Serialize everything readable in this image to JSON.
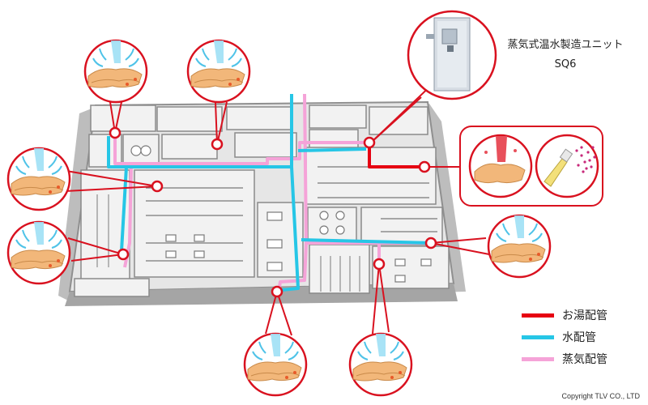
{
  "product": {
    "name": "蒸気式温水製造ユニット",
    "model": "SQ6"
  },
  "legend": [
    {
      "label": "お湯配管",
      "color": "#e60012",
      "name": "legend-hot-water"
    },
    {
      "label": "水配管",
      "color": "#26c6e6",
      "name": "legend-water"
    },
    {
      "label": "蒸気配管",
      "color": "#f5a3d8",
      "name": "legend-steam"
    }
  ],
  "copyright": "Copyright TLV CO., LTD",
  "colors": {
    "callout": "#d9111f",
    "hand_skin": "#f2b77a",
    "water_jet": "#7fd3f0",
    "floor": "#e8e8e8",
    "wall": "#9a9a9a"
  },
  "icons": [
    "hand-washing-icon",
    "sanitizer-spray-icon",
    "water-heater-unit-icon"
  ]
}
